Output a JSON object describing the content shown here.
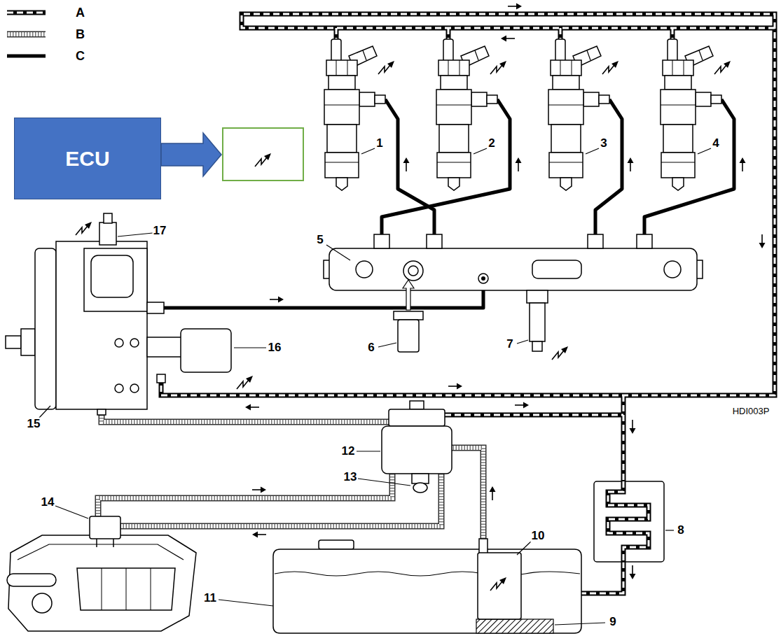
{
  "diagram": {
    "nodes": [
      {
        "text": [
          "ECU"
        ]
      }
    ],
    "labels": [
      "1",
      "2",
      "3",
      "4",
      "17",
      "5",
      "16",
      "6",
      "7",
      "HDI003P",
      "15",
      "12",
      "13",
      "14",
      "8",
      "10",
      "11",
      "9"
    ],
    "legend": [
      {
        "text": "A"
      },
      {
        "text": "B"
      },
      {
        "text": "C"
      }
    ]
  }
}
